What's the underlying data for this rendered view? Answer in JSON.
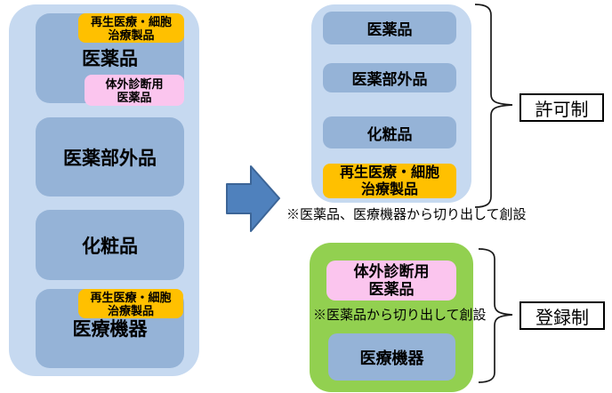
{
  "colors": {
    "panel_light_blue": "#C6D9F0",
    "box_blue": "#95B3D7",
    "badge_orange": "#FFC000",
    "badge_pink": "#FBC5EE",
    "panel_green": "#92D050",
    "arrow_fill": "#4F81BD",
    "arrow_border": "#3C6597",
    "text": "#000000"
  },
  "left_panel": {
    "pharma": {
      "label": "医薬品",
      "regen_badge": {
        "line1": "再生医療・細胞",
        "line2": "治療製品"
      },
      "ivd_badge": {
        "line1": "体外診断用",
        "line2": "医薬品"
      }
    },
    "quasi_drugs": {
      "label": "医薬部外品"
    },
    "cosmetics": {
      "label": "化粧品"
    },
    "devices": {
      "label": "医療機器",
      "regen_badge": {
        "line1": "再生医療・細胞",
        "line2": "治療製品"
      }
    }
  },
  "right_top": {
    "pharma": "医薬品",
    "quasi_drugs": "医薬部外品",
    "cosmetics": "化粧品",
    "regen": {
      "line1": "再生医療・細胞",
      "line2": "治療製品"
    },
    "note": "※医薬品、医療機器から切り出して創設",
    "system_label": "許可制"
  },
  "right_bottom": {
    "ivd": {
      "line1": "体外診断用",
      "line2": "医薬品"
    },
    "note": "※医薬品から切り出して創設",
    "devices": "医療機器",
    "system_label": "登録制"
  }
}
